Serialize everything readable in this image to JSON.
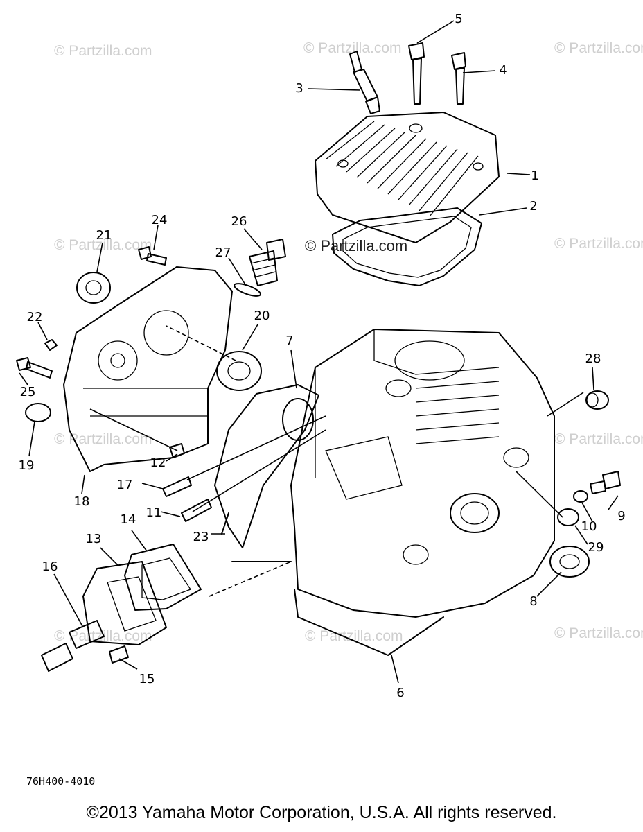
{
  "watermark_text": "© Partzilla.com",
  "center_watermark_text": "© Partzilla.com",
  "diagram_code": "76H400-4010",
  "copyright": "©2013 Yamaha Motor Corporation, U.S.A. All rights reserved.",
  "callouts": [
    "1",
    "2",
    "3",
    "4",
    "5",
    "6",
    "7",
    "8",
    "9",
    "10",
    "11",
    "12",
    "13",
    "14",
    "15",
    "16",
    "17",
    "18",
    "19",
    "20",
    "21",
    "22",
    "23",
    "24",
    "25",
    "26",
    "27",
    "28",
    "29"
  ]
}
